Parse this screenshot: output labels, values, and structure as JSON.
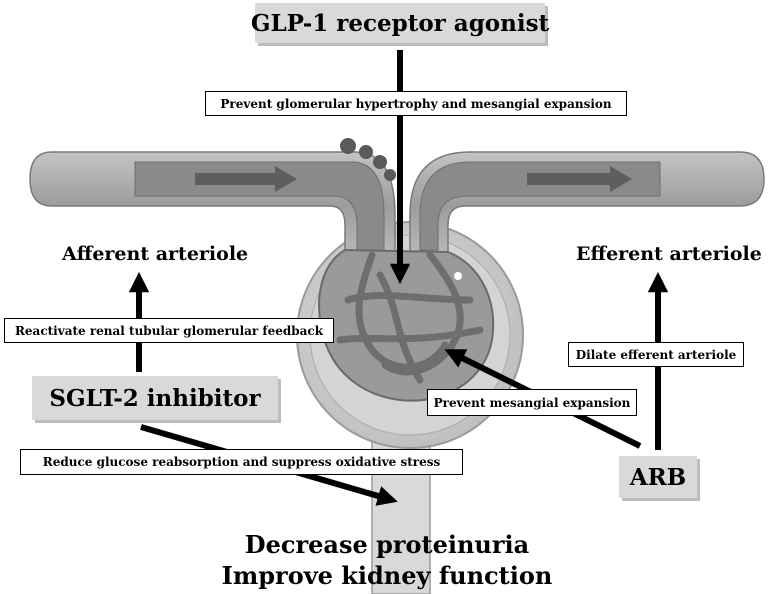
{
  "drugs": {
    "glp1": "GLP-1 receptor agonist",
    "sglt2": "SGLT-2 inhibitor",
    "arb": "ARB"
  },
  "effects": {
    "glp1": "Prevent glomerular hypertrophy and mesangial expansion",
    "sglt2_feedback": "Reactivate renal tubular glomerular feedback",
    "sglt2_glucose": "Reduce glucose reabsorption and suppress oxidative stress",
    "arb_dilate": "Dilate efferent arteriole",
    "arb_mesangial": "Prevent mesangial expansion"
  },
  "vessels": {
    "afferent": "Afferent arteriole",
    "efferent": "Efferent arteriole"
  },
  "outcomes": {
    "line1": "Decrease proteinuria",
    "line2": "Improve kidney function"
  },
  "colors": {
    "vessel_wall": "#b3b3b3",
    "vessel_lumen": "#858585",
    "capsule": "#cfcfcf",
    "tuft": "#8f8f8f",
    "arrow": "#000000",
    "label_fill": "#d9d9d9"
  }
}
